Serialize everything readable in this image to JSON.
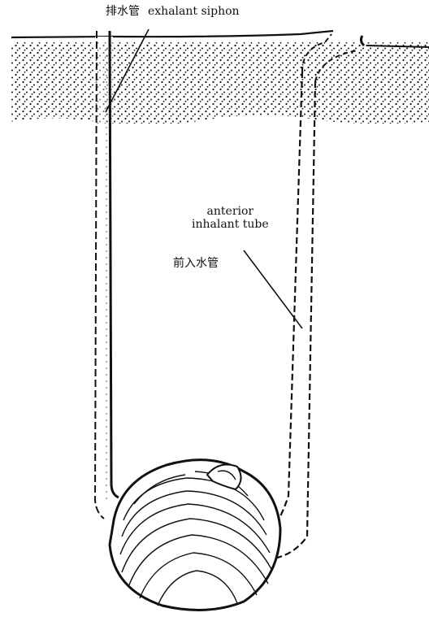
{
  "labels": {
    "exhalant_cn": "排水管",
    "exhalant_en": "exhalant siphon",
    "anterior_en_line1": "anterior",
    "anterior_en_line2": "inhalant tube",
    "anterior_cn": "前入水管"
  },
  "colors": {
    "ink": "#111111",
    "paper": "#ffffff"
  }
}
